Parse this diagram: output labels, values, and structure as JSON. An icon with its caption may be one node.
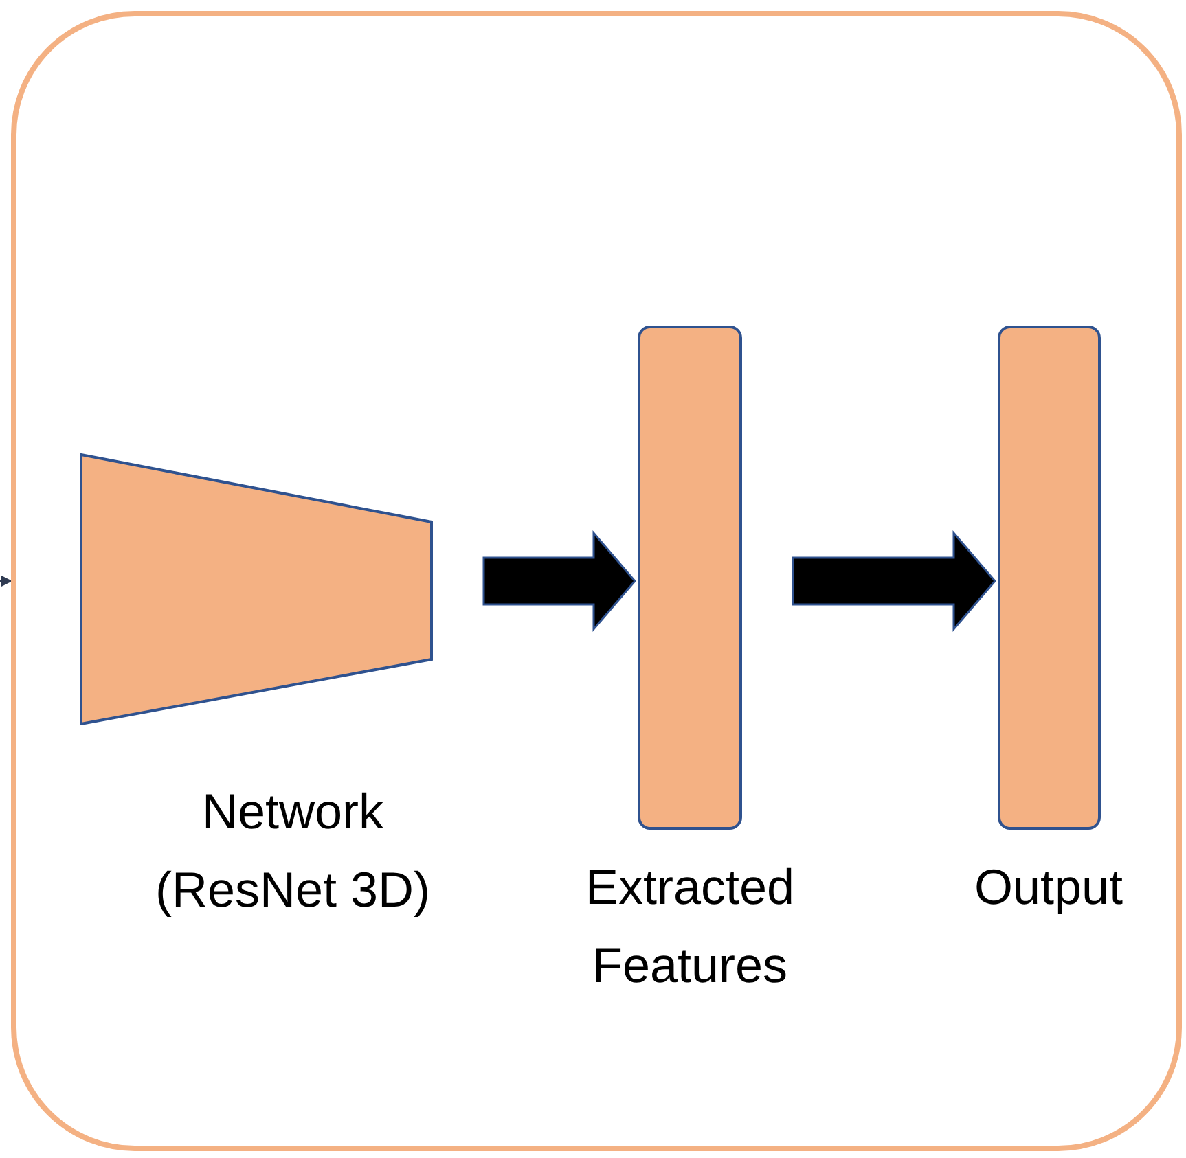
{
  "diagram": {
    "nodes": [
      {
        "text": [],
        "shape": "box"
      },
      {
        "text": [
          "Network (ResNet 3D)"
        ],
        "in": 0
      },
      {
        "text": [
          "Extracted Features"
        ],
        "in": 0
      },
      {
        "text": [
          "Output"
        ],
        "in": 0
      }
    ],
    "edges": [
      {
        "from": null,
        "to": 0,
        "arrow": "to"
      },
      {
        "from": 1,
        "to": 2,
        "arrow": "to",
        "style": "thick"
      },
      {
        "from": 2,
        "to": 3,
        "arrow": "to",
        "style": "thick"
      }
    ]
  }
}
